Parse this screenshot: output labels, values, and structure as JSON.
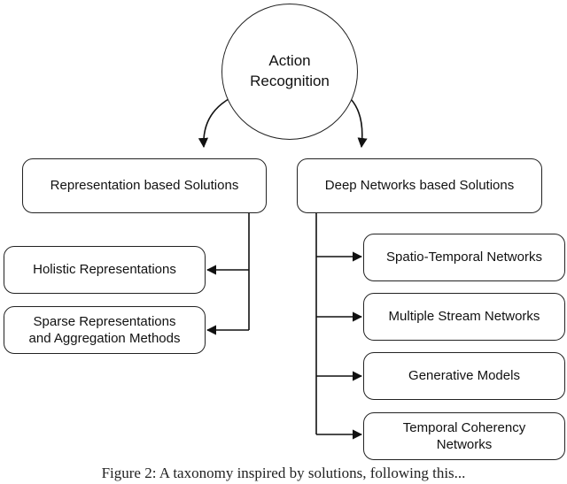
{
  "root": {
    "label": "Action\nRecognition"
  },
  "categories": {
    "representation": {
      "label": "Representation based Solutions"
    },
    "deep": {
      "label": "Deep Networks based Solutions"
    }
  },
  "representation_children": [
    {
      "label": "Holistic Representations"
    },
    {
      "label": "Sparse Representations\nand Aggregation Methods"
    }
  ],
  "deep_children": [
    {
      "label": "Spatio-Temporal Networks"
    },
    {
      "label": "Multiple Stream Networks"
    },
    {
      "label": "Generative Models"
    },
    {
      "label": "Temporal Coherency\nNetworks"
    }
  ],
  "caption": "Figure 2: A taxonomy inspired by solutions, following this..."
}
